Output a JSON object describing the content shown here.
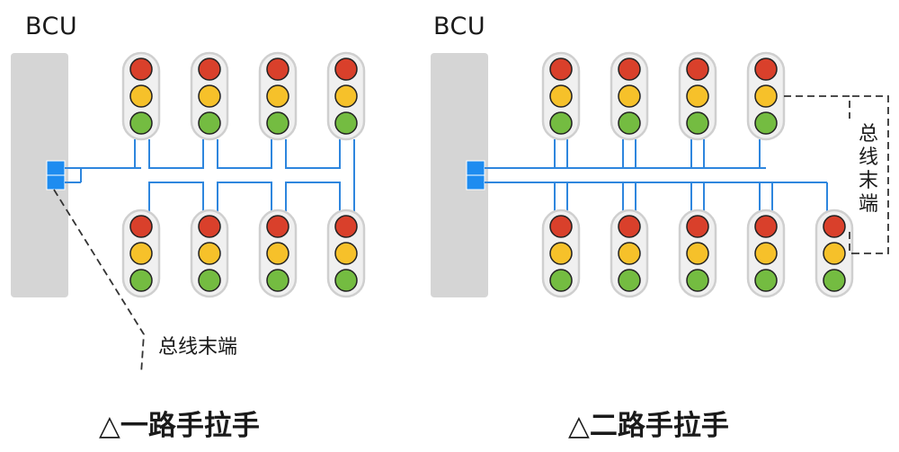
{
  "colors": {
    "bcu_fill": "#d5d5d5",
    "bus_line": "#2e86de",
    "connector": "#1e8cf0",
    "dashed": "#333333",
    "light_red": "#d9402b",
    "light_yellow": "#f6c12a",
    "light_green": "#74bc41",
    "housing": "#f0f0f0"
  },
  "left": {
    "bcu_label": "BCU",
    "terminal_label": "总线末端",
    "caption": "△一路手拉手",
    "top_light_count": 4,
    "bottom_light_count": 4
  },
  "right": {
    "bcu_label": "BCU",
    "terminal_label": "总线末端",
    "caption": "△二路手拉手",
    "top_light_count": 4,
    "bottom_light_count": 5
  }
}
